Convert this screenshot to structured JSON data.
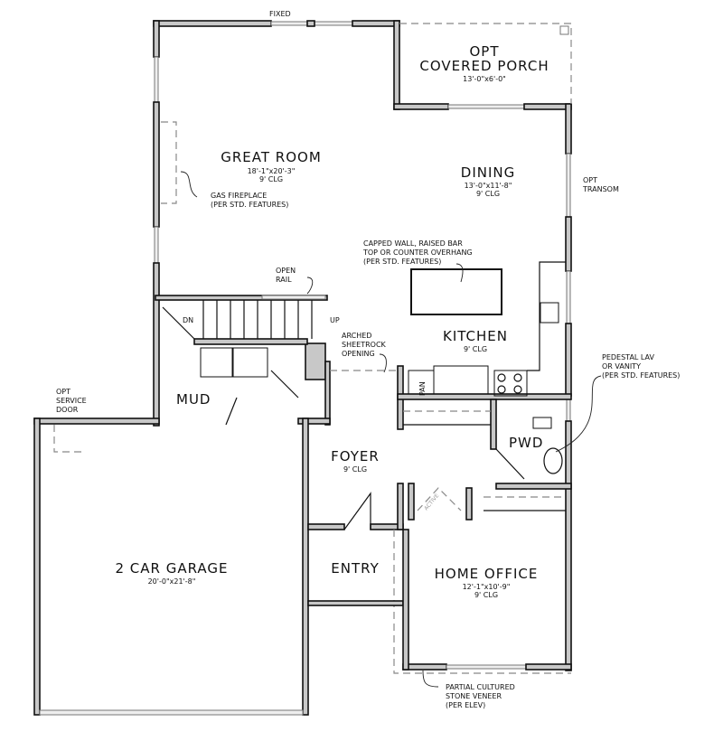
{
  "title_labels": {
    "fixed": "FIXED",
    "porch": {
      "line1": "OPT",
      "line2": "COVERED PORCH",
      "dims": "13'-0\"x6'-0\""
    },
    "great_room": {
      "name": "GREAT ROOM",
      "dims": "18'-1\"x20'-3\"",
      "ceiling": "9' CLG"
    },
    "fireplace_note": {
      "line1": "GAS FIREPLACE",
      "line2": "(PER STD. FEATURES)"
    },
    "dining": {
      "name": "DINING",
      "dims": "13'-0\"x11'-8\"",
      "ceiling": "9' CLG"
    },
    "transom_note": {
      "line1": "OPT",
      "line2": "TRANSOM"
    },
    "bar_note": {
      "line1": "CAPPED WALL, RAISED BAR",
      "line2": "TOP OR COUNTER OVERHANG",
      "line3": "(PER STD. FEATURES)"
    },
    "rail_note": {
      "line1": "OPEN",
      "line2": "RAIL"
    },
    "stair_dn": "DN",
    "stair_up": "UP",
    "arch_note": {
      "line1": "ARCHED",
      "line2": "SHEETROCK",
      "line3": "OPENING"
    },
    "kitchen": {
      "name": "KITCHEN",
      "ceiling": "9' CLG"
    },
    "pantry": "PAN",
    "lav_note": {
      "line1": "PEDESTAL LAV",
      "line2": "OR VANITY",
      "line3": "(PER STD. FEATURES)"
    },
    "mud": "MUD",
    "service_door_note": {
      "line1": "OPT",
      "line2": "SERVICE",
      "line3": "DOOR"
    },
    "pwd": "PWD",
    "foyer": {
      "name": "FOYER",
      "ceiling": "9' CLG"
    },
    "active": "ACTIVE",
    "garage": {
      "name": "2 CAR GARAGE",
      "dims": "20'-0\"x21'-8\""
    },
    "entry": "ENTRY",
    "office": {
      "name": "HOME OFFICE",
      "dims": "12'-1\"x10'-9\"",
      "ceiling": "9' CLG"
    },
    "stone_note": {
      "line1": "PARTIAL CULTURED",
      "line2": "STONE VENEER",
      "line3": "(PER ELEV)"
    }
  }
}
